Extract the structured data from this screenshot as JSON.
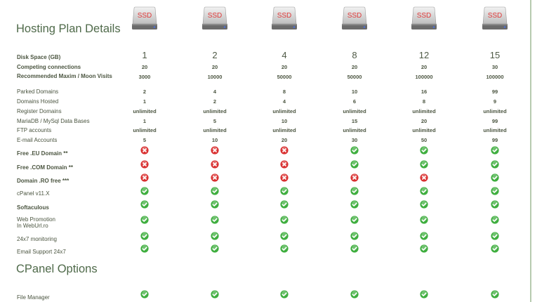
{
  "titles": {
    "hosting": "Hosting Plan Details",
    "cpanel": "CPanel Options"
  },
  "ssd_label": "SSD",
  "colors": {
    "ok": "#3fae3f",
    "no": "#d93030",
    "accent": "#4f6a4a"
  },
  "disk_label": "Disk Space (GB)",
  "disk": [
    "1",
    "2",
    "4",
    "8",
    "12",
    "15"
  ],
  "rows": [
    {
      "label": "Competing connections",
      "bold": true,
      "values": [
        "20",
        "20",
        "20",
        "20",
        "20",
        "30"
      ]
    },
    {
      "label": "Recommended   Maxim   /   Moon Visits",
      "bold": true,
      "values": [
        "3000",
        "10000",
        "50000",
        "50000",
        "100000",
        "100000"
      ]
    },
    {
      "label": "Parked Domains",
      "bold": false,
      "values": [
        "2",
        "4",
        "8",
        "10",
        "16",
        "99"
      ]
    },
    {
      "label": "Domains Hosted",
      "bold": false,
      "values": [
        "1",
        "2",
        "4",
        "6",
        "8",
        "9"
      ]
    },
    {
      "label": "Register Domains",
      "bold": false,
      "values": [
        "unlimited",
        "unlimited",
        "unlimited",
        "unlimited",
        "unlimited",
        "unlimited"
      ]
    },
    {
      "label": "MariaDB / MySql Data Bases",
      "bold": false,
      "values": [
        "1",
        "5",
        "10",
        "15",
        "20",
        "99"
      ]
    },
    {
      "label": "FTP accounts",
      "bold": false,
      "values": [
        "unlimited",
        "unlimited",
        "unlimited",
        "unlimited",
        "unlimited",
        "unlimited"
      ]
    },
    {
      "label": "E-mail Accounts",
      "bold": false,
      "values": [
        "5",
        "10",
        "20",
        "30",
        "50",
        "99"
      ]
    }
  ],
  "icon_rows": [
    {
      "label": "Free .EU Domain **",
      "bold": true,
      "icons": [
        "no",
        "no",
        "no",
        "ok",
        "ok",
        "ok"
      ]
    },
    {
      "label": "Free .COM Domain **",
      "bold": true,
      "icons": [
        "no",
        "no",
        "no",
        "ok",
        "ok",
        "ok"
      ]
    },
    {
      "label": "Domain .RO free ***",
      "bold": true,
      "icons": [
        "no",
        "no",
        "no",
        "no",
        "no",
        "ok"
      ]
    },
    {
      "label": "cPanel v11.X",
      "bold": false,
      "icons": [
        "ok",
        "ok",
        "ok",
        "ok",
        "ok",
        "ok"
      ]
    },
    {
      "label": "Softaculous",
      "bold": true,
      "icons": [
        "ok",
        "ok",
        "ok",
        "ok",
        "ok",
        "ok"
      ]
    },
    {
      "label": "Web Promotion\nIn WebUrl.ro",
      "bold": false,
      "icons": [
        "ok",
        "ok",
        "ok",
        "ok",
        "ok",
        "ok"
      ]
    },
    {
      "label": "24x7 monitoring",
      "bold": false,
      "icons": [
        "ok",
        "ok",
        "ok",
        "ok",
        "ok",
        "ok"
      ]
    },
    {
      "label": "Email Support 24x7",
      "bold": false,
      "icons": [
        "ok",
        "ok",
        "ok",
        "ok",
        "ok",
        "ok"
      ]
    }
  ],
  "cpanel_rows": [
    {
      "label": "File Manager",
      "bold": false,
      "icons": [
        "ok",
        "ok",
        "ok",
        "ok",
        "ok",
        "ok"
      ]
    }
  ]
}
